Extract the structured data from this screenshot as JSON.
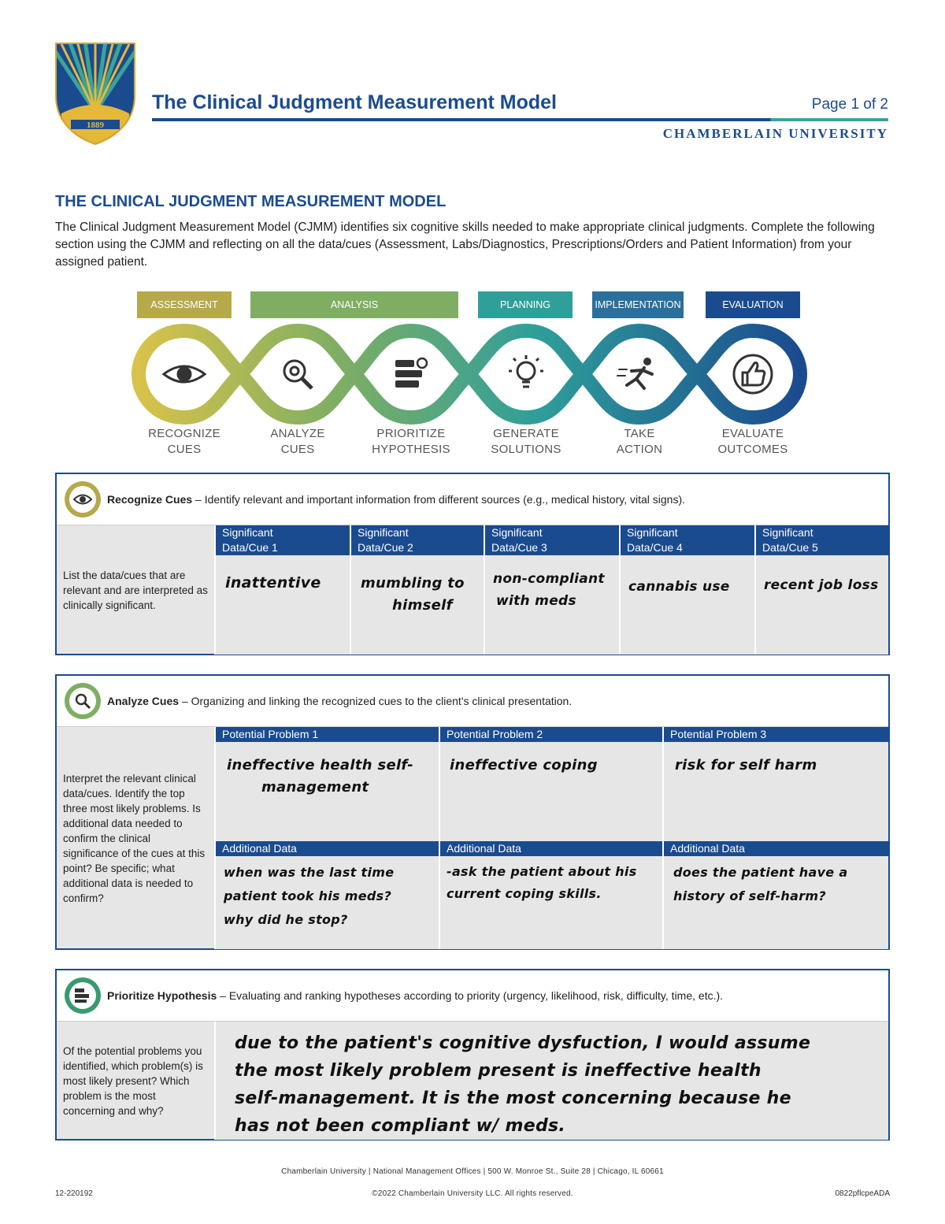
{
  "header": {
    "title": "The Clinical Judgment Measurement Model",
    "page": "Page 1 of 2",
    "university": "CHAMBERLAIN UNIVERSITY",
    "crest_year": "1889"
  },
  "intro": {
    "heading": "THE CLINICAL JUDGMENT MEASUREMENT MODEL",
    "text": "The Clinical Judgment Measurement Model (CJMM) identifies six cognitive skills needed to make appropriate clinical judgments. Complete the following section using the CJMM and reflecting on all the data/cues (Assessment, Labs/Diagnostics, Prescriptions/Orders and Patient Information) from your assigned patient."
  },
  "model": {
    "phases": [
      {
        "label": "ASSESSMENT",
        "color": "#b5a94a"
      },
      {
        "label": "ANALYSIS",
        "color": "#7fae63"
      },
      {
        "label": "PLANNING",
        "color": "#2f9f9a"
      },
      {
        "label": "IMPLEMENTATION",
        "color": "#2b6f9c"
      },
      {
        "label": "EVALUATION",
        "color": "#1b4b8f"
      }
    ],
    "steps": [
      {
        "line1": "RECOGNIZE",
        "line2": "CUES",
        "icon": "eye-icon"
      },
      {
        "line1": "ANALYZE",
        "line2": "CUES",
        "icon": "gear-magnifier-icon"
      },
      {
        "line1": "PRIORITIZE",
        "line2": "HYPOTHESIS",
        "icon": "list-priority-icon"
      },
      {
        "line1": "GENERATE",
        "line2": "SOLUTIONS",
        "icon": "lightbulb-icon"
      },
      {
        "line1": "TAKE",
        "line2": "ACTION",
        "icon": "running-person-icon"
      },
      {
        "line1": "EVALUATE",
        "line2": "OUTCOMES",
        "icon": "thumbs-up-icon"
      }
    ]
  },
  "recognize": {
    "title": "Recognize Cues",
    "desc": " – Identify relevant and important information from different sources (e.g., medical history, vital signs).",
    "prompt": "List the data/cues that are relevant and are interpreted as clinically significant.",
    "columns": [
      {
        "head1": "Significant",
        "head2": "Data/Cue 1",
        "answer1": "inattentive",
        "answer2": ""
      },
      {
        "head1": "Significant",
        "head2": "Data/Cue 2",
        "answer1": "mumbling to",
        "answer2": "himself"
      },
      {
        "head1": "Significant",
        "head2": "Data/Cue 3",
        "answer1": "non-compliant",
        "answer2": "with meds"
      },
      {
        "head1": "Significant",
        "head2": "Data/Cue 4",
        "answer1": "cannabis use",
        "answer2": ""
      },
      {
        "head1": "Significant",
        "head2": "Data/Cue 5",
        "answer1": "recent job loss",
        "answer2": ""
      }
    ]
  },
  "analyze": {
    "title": "Analyze Cues",
    "desc": " – Organizing and linking the recognized cues to the client's clinical presentation.",
    "prompt": "Interpret the relevant clinical data/cues. Identify the top three most likely problems. Is additional data needed to confirm the clinical significance of the cues at this point? Be specific; what additional data is needed to confirm?",
    "problems": [
      {
        "head": "Potential Problem 1",
        "answer1": "ineffective health self-",
        "answer2": "management",
        "add_head": "Additional Data",
        "add1": "when was the last time",
        "add2": "patient took his meds?",
        "add3": "why did he stop?"
      },
      {
        "head": "Potential Problem 2",
        "answer1": "ineffective coping",
        "answer2": "",
        "add_head": "Additional Data",
        "add1": "-ask the patient about his",
        "add2": "current coping skills.",
        "add3": ""
      },
      {
        "head": "Potential Problem 3",
        "answer1": "risk for self harm",
        "answer2": "",
        "add_head": "Additional Data",
        "add1": "does the patient have a",
        "add2": "history of self-harm?",
        "add3": ""
      }
    ]
  },
  "prioritize": {
    "title": "Prioritize Hypothesis",
    "desc": " – Evaluating and ranking hypotheses according to priority (urgency, likelihood, risk, difficulty, time, etc.).",
    "prompt": "Of the potential problems you identified, which problem(s) is most likely present? Which problem is the most concerning and why?",
    "answer_lines": [
      "due to the patient's cognitive dysfuction, I would assume",
      "the most likely problem present is ineffective health",
      "self-management. It is the most concerning because he",
      "has not been compliant w/ meds."
    ]
  },
  "footer": {
    "address": "Chamberlain University | National Management Offices | 500 W. Monroe St., Suite 28 | Chicago, IL 60661",
    "copyright": "©2022 Chamberlain University LLC. All rights reserved.",
    "left_code": "12-220192",
    "right_code": "0822pflcpeADA"
  }
}
